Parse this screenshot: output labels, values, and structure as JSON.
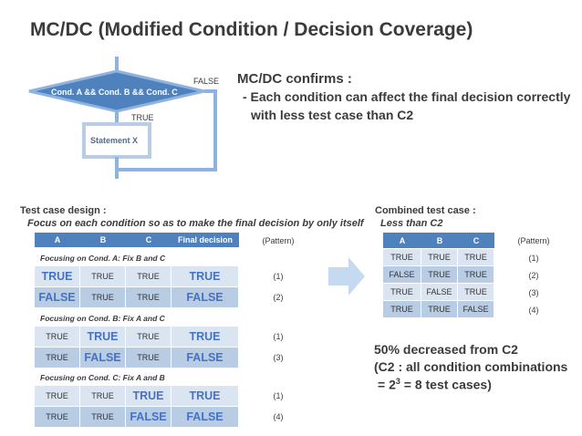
{
  "title": "MC/DC  (Modified Condition / Decision Coverage)",
  "flowchart": {
    "decision": "Cond. A && Cond. B && Cond. C",
    "false_label": "FALSE",
    "true_label": "TRUE",
    "statement": "Statement X"
  },
  "confirms": {
    "title": "MC/DC confirms :",
    "line1": "- Each condition can affect the final decision correctly",
    "line2": "with less test case than C2"
  },
  "design": {
    "title": "Test case design :",
    "subtitle": "Focus on each condition so as to make the final decision by only itself",
    "headers": [
      "A",
      "B",
      "C",
      "Final decision"
    ],
    "pattern_header": "(Pattern)",
    "groups": [
      {
        "label": "Focusing on Cond. A:  Fix B and C",
        "rows": [
          {
            "cells": [
              "TRUE",
              "TRUE",
              "TRUE",
              "TRUE"
            ],
            "pattern": "(1)"
          },
          {
            "cells": [
              "FALSE",
              "TRUE",
              "TRUE",
              "FALSE"
            ],
            "pattern": "(2)"
          }
        ]
      },
      {
        "label": "Focusing on Cond. B:  Fix A and C",
        "rows": [
          {
            "cells": [
              "TRUE",
              "TRUE",
              "TRUE",
              "TRUE"
            ],
            "pattern": "(1)"
          },
          {
            "cells": [
              "TRUE",
              "FALSE",
              "TRUE",
              "FALSE"
            ],
            "pattern": "(3)"
          }
        ]
      },
      {
        "label": "Focusing on Cond. C:  Fix A and B",
        "rows": [
          {
            "cells": [
              "TRUE",
              "TRUE",
              "TRUE",
              "TRUE"
            ],
            "pattern": "(1)"
          },
          {
            "cells": [
              "TRUE",
              "TRUE",
              "FALSE",
              "FALSE"
            ],
            "pattern": "(4)"
          }
        ]
      }
    ]
  },
  "combined": {
    "title": "Combined test case :",
    "subtitle": "Less than C2",
    "headers": [
      "A",
      "B",
      "C"
    ],
    "pattern_header": "(Pattern)",
    "rows": [
      {
        "cells": [
          "TRUE",
          "TRUE",
          "TRUE"
        ],
        "pattern": "(1)"
      },
      {
        "cells": [
          "FALSE",
          "TRUE",
          "TRUE"
        ],
        "pattern": "(2)"
      },
      {
        "cells": [
          "TRUE",
          "FALSE",
          "TRUE"
        ],
        "pattern": "(3)"
      },
      {
        "cells": [
          "TRUE",
          "TRUE",
          "FALSE"
        ],
        "pattern": "(4)"
      }
    ]
  },
  "result": {
    "line1": "50% decreased from C2",
    "line2": "(C2 : all condition  combinations",
    "line3_prefix": "= 2",
    "line3_sup": "3",
    "line3_suffix": " = 8 test cases)"
  },
  "colors": {
    "header": "#4f81bd",
    "row_light": "#dbe5f1",
    "row_dark": "#b8cce4",
    "accent_text": "#4472c4",
    "flow_blue": "#6f9bd3"
  }
}
